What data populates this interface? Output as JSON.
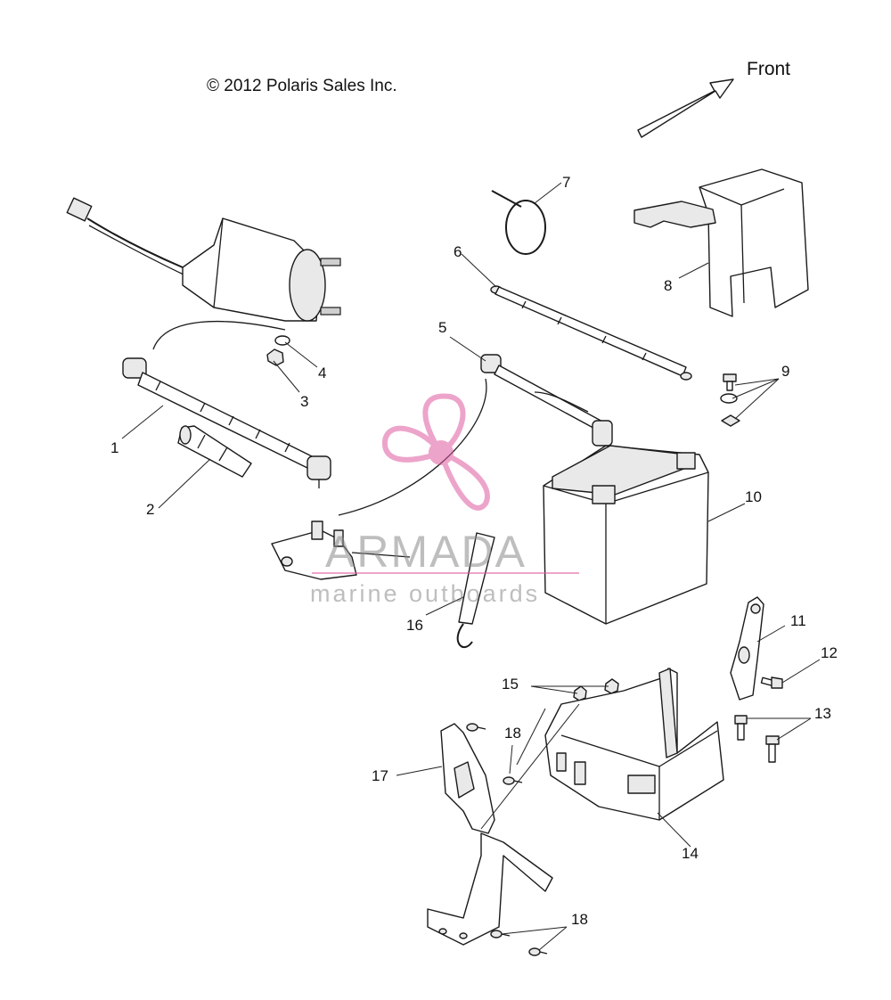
{
  "copyright": "© 2012 Polaris Sales Inc.",
  "front_label": "Front",
  "watermark": {
    "brand": "ARMADA",
    "tagline": "marine outboards",
    "color": "#e05aa0"
  },
  "callouts": [
    "1",
    "2",
    "3",
    "4",
    "5",
    "6",
    "7",
    "8",
    "9",
    "10",
    "11",
    "12",
    "13",
    "14",
    "15",
    "16",
    "17",
    "18",
    "18"
  ]
}
